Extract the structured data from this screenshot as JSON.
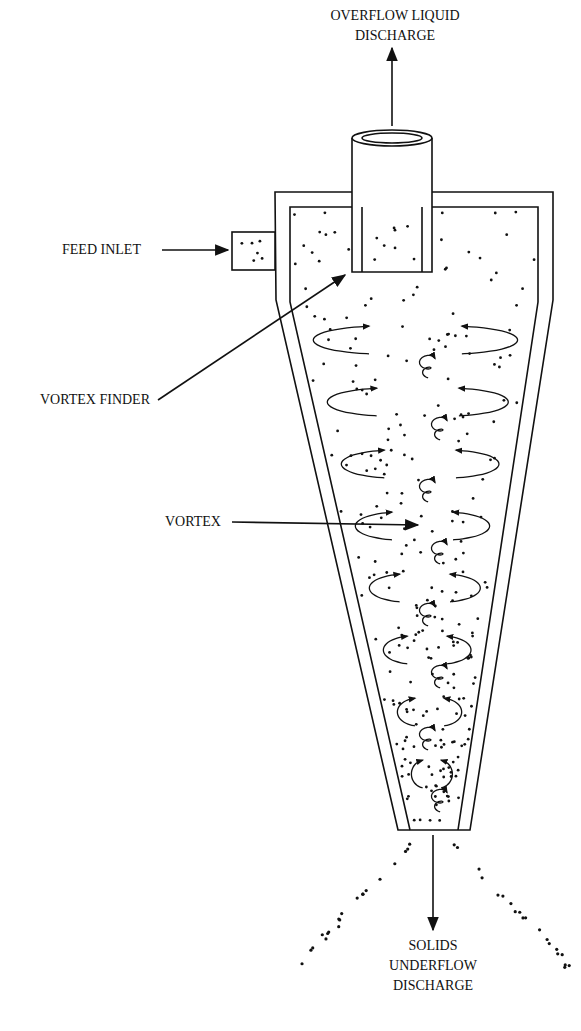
{
  "diagram": {
    "labels": [
      "OVERFLOW LIQUID DISCHARGE",
      "FEED INLET",
      "VORTEX FINDER",
      "VORTEX",
      "SOLIDS UNDERFLOW DISCHARGE"
    ]
  }
}
